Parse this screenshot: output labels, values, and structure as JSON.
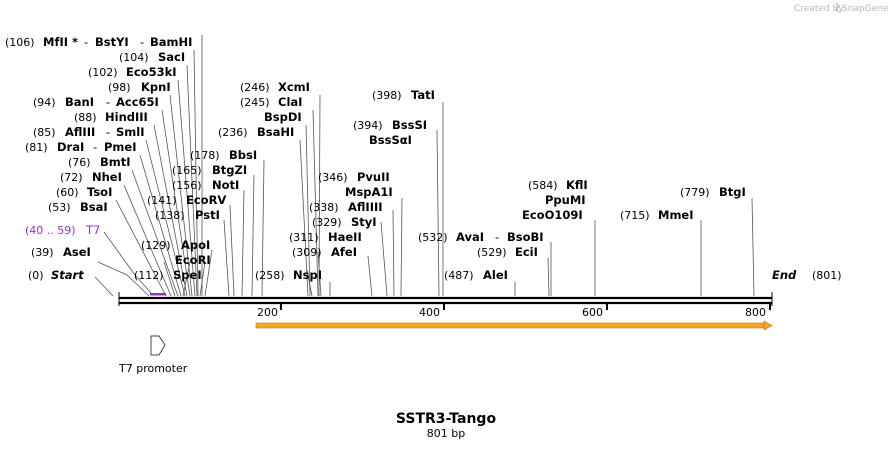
{
  "brand": {
    "created_by": "Created by",
    "name": "SnapGene"
  },
  "sequence": {
    "name": "SSTR3-Tango",
    "length_label": "801 bp",
    "length": 801
  },
  "ruler": {
    "ticks": [
      "200",
      "400",
      "600",
      "800"
    ]
  },
  "ends": {
    "start": {
      "pos": "(0)",
      "name": "Start"
    },
    "end": {
      "pos": "(801)",
      "name": "End"
    }
  },
  "features": [
    {
      "name": "T7",
      "range": "(40 .. 59)",
      "color": "#9b30c8"
    },
    {
      "name": "T7 promoter",
      "color": "#000000",
      "shape": "arrow-right-outline"
    },
    {
      "name": "orange-arrow-feature",
      "color": "#f5a623",
      "shape": "arrow-right-filled"
    }
  ],
  "sites": [
    {
      "pos": "(106)",
      "names": [
        "MfII *",
        "BstYI",
        "BamHI"
      ]
    },
    {
      "pos": "(104)",
      "names": [
        "SacI"
      ]
    },
    {
      "pos": "(102)",
      "names": [
        "Eco53kI"
      ]
    },
    {
      "pos": "(98)",
      "names": [
        "KpnI"
      ]
    },
    {
      "pos": "(94)",
      "names": [
        "BanI",
        "Acc65I"
      ]
    },
    {
      "pos": "(88)",
      "names": [
        "HindIII"
      ]
    },
    {
      "pos": "(85)",
      "names": [
        "AflIII",
        "SmlI"
      ]
    },
    {
      "pos": "(81)",
      "names": [
        "DraI",
        "PmeI"
      ]
    },
    {
      "pos": "(76)",
      "names": [
        "BmtI"
      ]
    },
    {
      "pos": "(72)",
      "names": [
        "NheI"
      ]
    },
    {
      "pos": "(60)",
      "names": [
        "TsoI"
      ]
    },
    {
      "pos": "(53)",
      "names": [
        "BsaI"
      ]
    },
    {
      "pos": "(39)",
      "names": [
        "AseI"
      ]
    },
    {
      "pos": "(178)",
      "names": [
        "BbsI"
      ]
    },
    {
      "pos": "(165)",
      "names": [
        "BtgZI"
      ]
    },
    {
      "pos": "(156)",
      "names": [
        "NotI"
      ]
    },
    {
      "pos": "(141)",
      "names": [
        "EcoRV"
      ]
    },
    {
      "pos": "(138)",
      "names": [
        "PstI"
      ]
    },
    {
      "pos": "(129)",
      "names": [
        "ApoI"
      ]
    },
    {
      "pos": "",
      "names": [
        "EcoRI"
      ]
    },
    {
      "pos": "(112)",
      "names": [
        "SpeI"
      ]
    },
    {
      "pos": "(246)",
      "names": [
        "XcmI"
      ]
    },
    {
      "pos": "(245)",
      "names": [
        "ClaI"
      ]
    },
    {
      "pos": "",
      "names": [
        "BspDI"
      ]
    },
    {
      "pos": "(236)",
      "names": [
        "BsaHI"
      ]
    },
    {
      "pos": "(346)",
      "names": [
        "PvuII"
      ]
    },
    {
      "pos": "",
      "names": [
        "MspA1I"
      ]
    },
    {
      "pos": "(338)",
      "names": [
        "AflIIII"
      ]
    },
    {
      "pos": "(329)",
      "names": [
        "StyI"
      ]
    },
    {
      "pos": "(311)",
      "names": [
        "HaeII"
      ]
    },
    {
      "pos": "(309)",
      "names": [
        "AfeI"
      ]
    },
    {
      "pos": "(258)",
      "names": [
        "NspI"
      ]
    },
    {
      "pos": "(398)",
      "names": [
        "TatI"
      ]
    },
    {
      "pos": "(394)",
      "names": [
        "BssSI"
      ]
    },
    {
      "pos": "",
      "names": [
        "BssSαI"
      ]
    },
    {
      "pos": "(532)",
      "names": [
        "AvaI",
        "BsoBI"
      ]
    },
    {
      "pos": "(529)",
      "names": [
        "EciI"
      ]
    },
    {
      "pos": "(487)",
      "names": [
        "AleI"
      ]
    },
    {
      "pos": "(584)",
      "names": [
        "KflI"
      ]
    },
    {
      "pos": "",
      "names": [
        "PpuMI"
      ]
    },
    {
      "pos": "",
      "names": [
        "EcoO109I"
      ]
    },
    {
      "pos": "(715)",
      "names": [
        "MmeI"
      ]
    },
    {
      "pos": "(779)",
      "names": [
        "BtgI"
      ]
    }
  ]
}
